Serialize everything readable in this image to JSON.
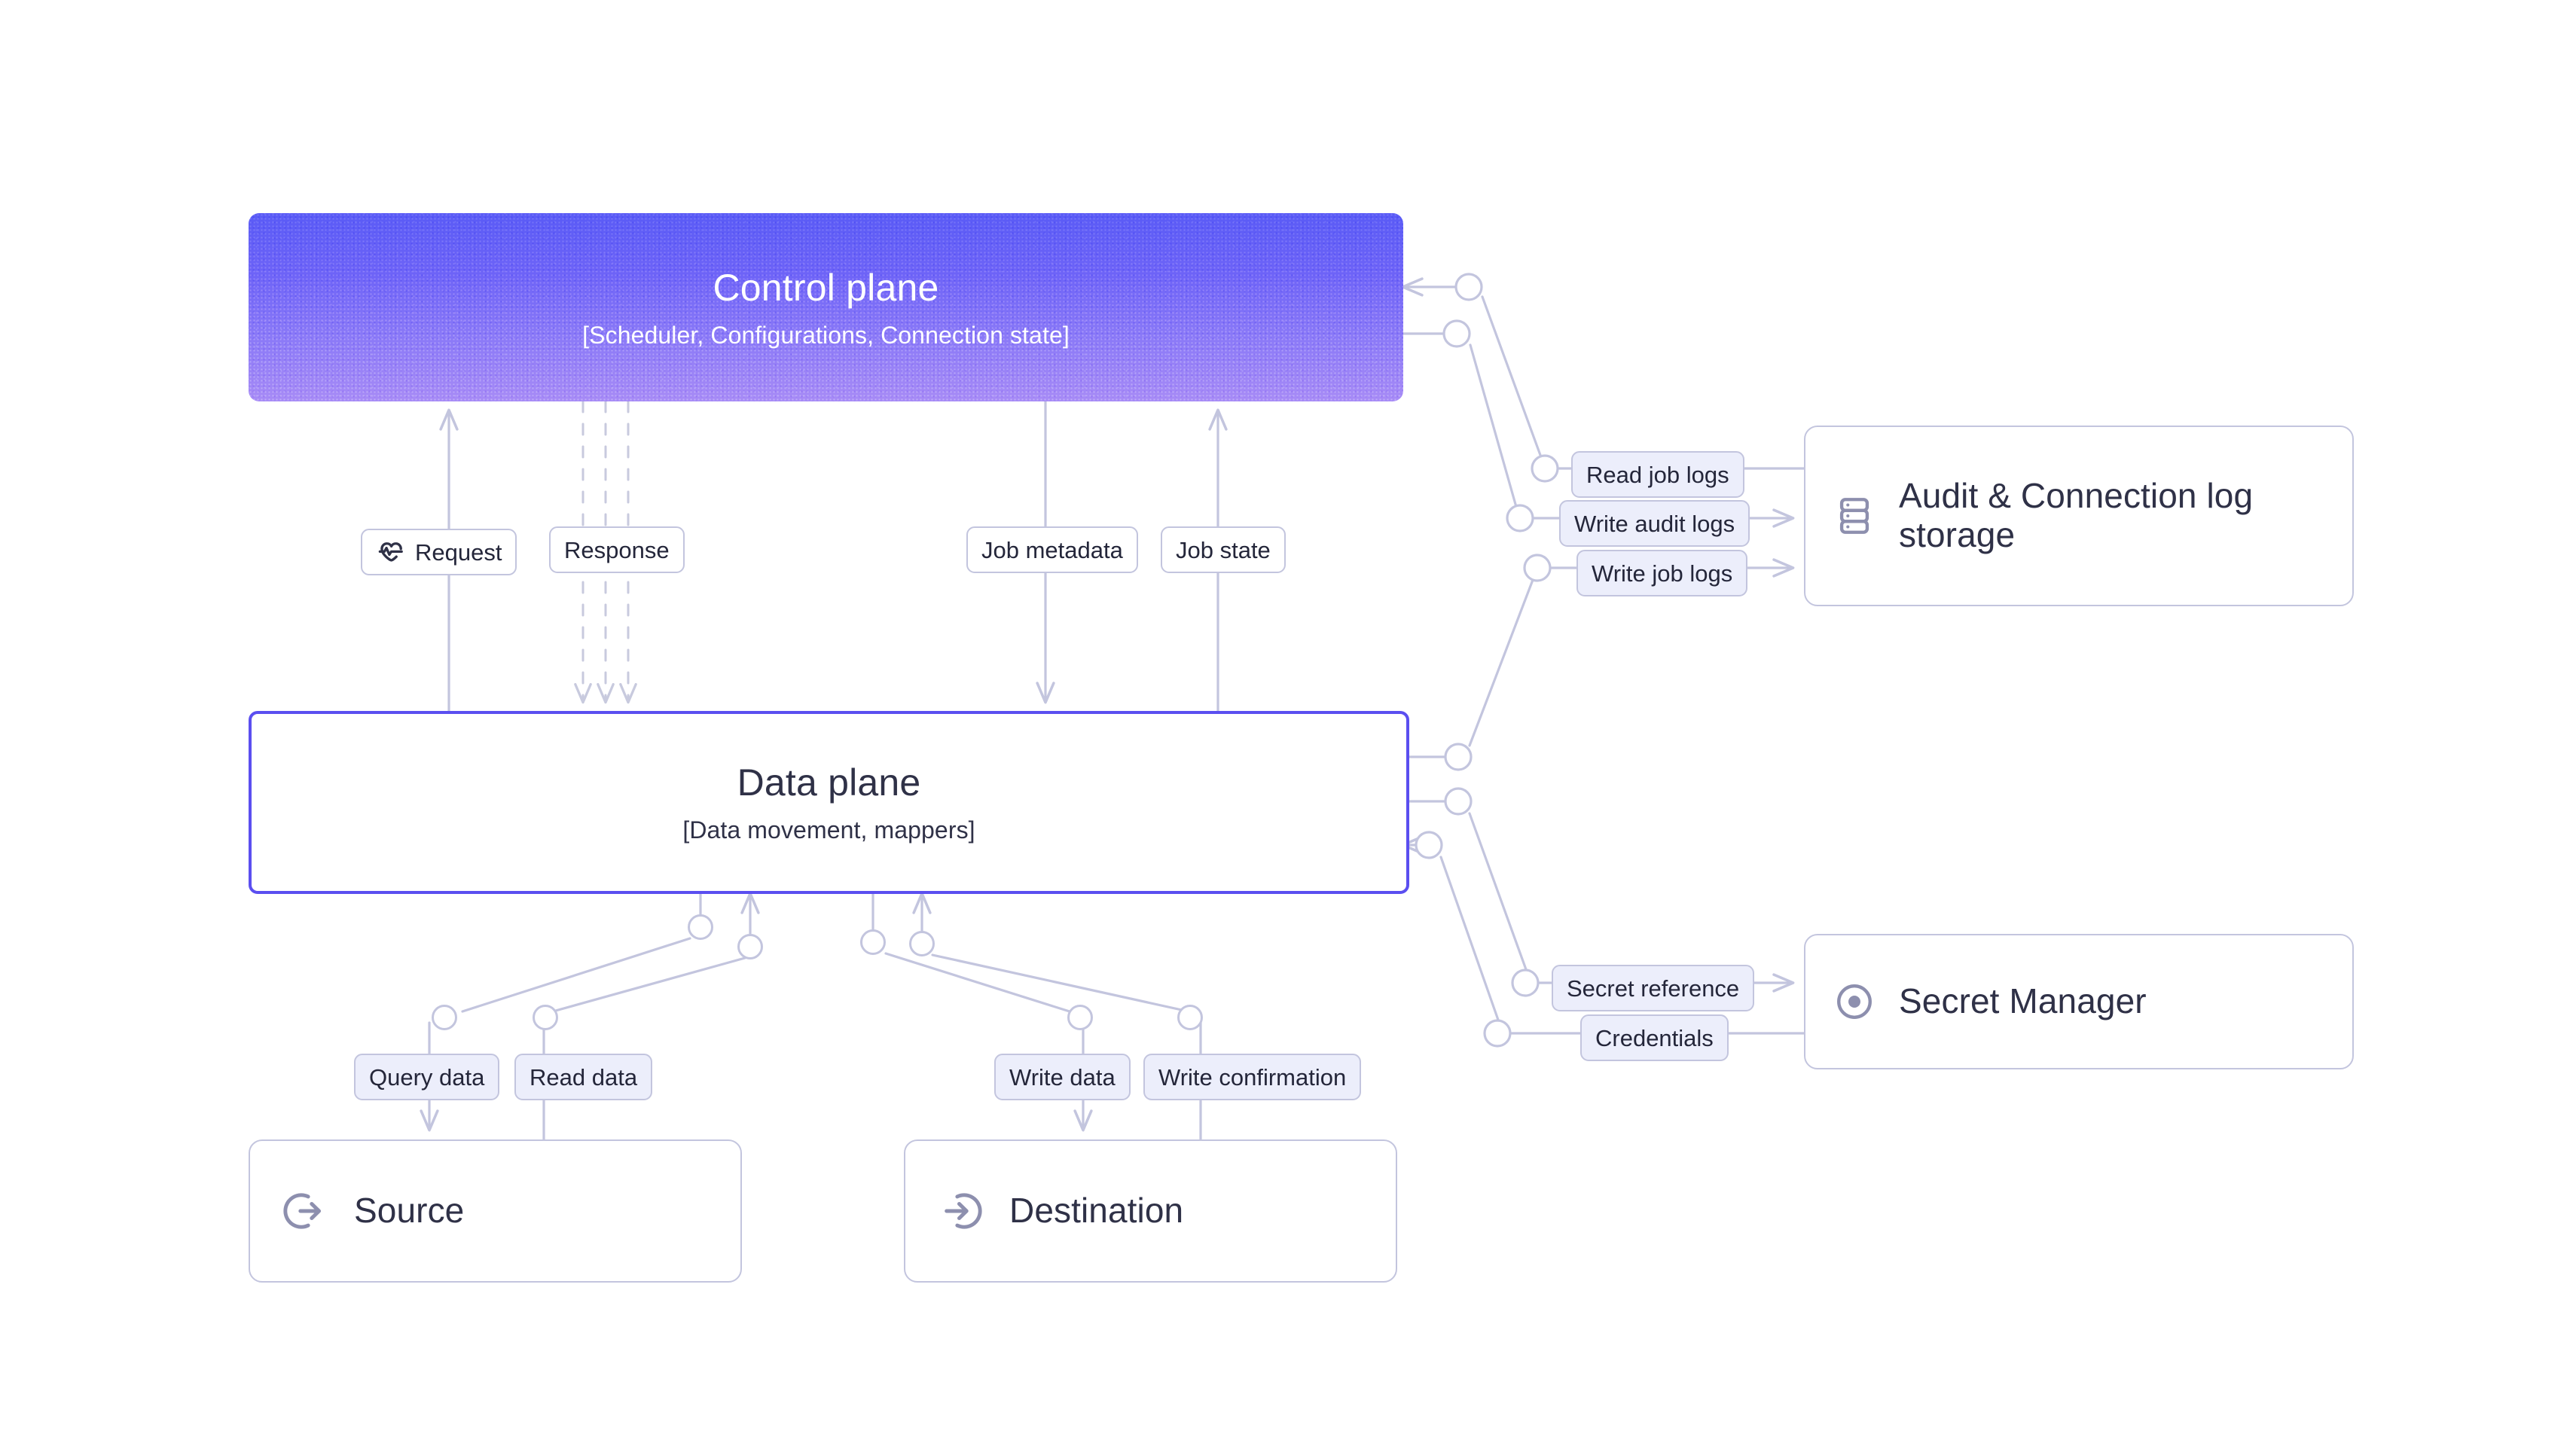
{
  "diagram": {
    "title": "Control plane / Data plane architecture",
    "colors": {
      "accent_indigo": "#5b4ff0",
      "gradient_top": "#5a5bf6",
      "gradient_bottom": "#a78bf6",
      "wire": "#c3c5de",
      "pill_tint": "#eceefb",
      "text": "#2f3147",
      "icon": "#8d8fae"
    }
  },
  "control_plane": {
    "title": "Control plane",
    "subtitle": "[Scheduler, Configurations, Connection state]"
  },
  "data_plane": {
    "title": "Data plane",
    "subtitle": "[Data movement, mappers]"
  },
  "services": {
    "audit": {
      "label": "Audit & Connection log storage",
      "icon": "server-stack-icon"
    },
    "secret": {
      "label": "Secret Manager",
      "icon": "target-circle-icon"
    }
  },
  "endpoints": {
    "source": {
      "label": "Source",
      "icon": "log-out-icon"
    },
    "destination": {
      "label": "Destination",
      "icon": "log-in-icon"
    }
  },
  "edge_labels": {
    "request": "Request",
    "response": "Response",
    "job_metadata": "Job metadata",
    "job_state": "Job state",
    "query_data": "Query data",
    "read_data": "Read data",
    "write_data": "Write data",
    "write_confirmation": "Write confirmation",
    "read_job_logs": "Read job logs",
    "write_audit_logs": "Write audit logs",
    "write_job_logs": "Write job logs",
    "secret_reference": "Secret reference",
    "credentials": "Credentials"
  },
  "icons": {
    "request": "activity-pulse-icon"
  }
}
